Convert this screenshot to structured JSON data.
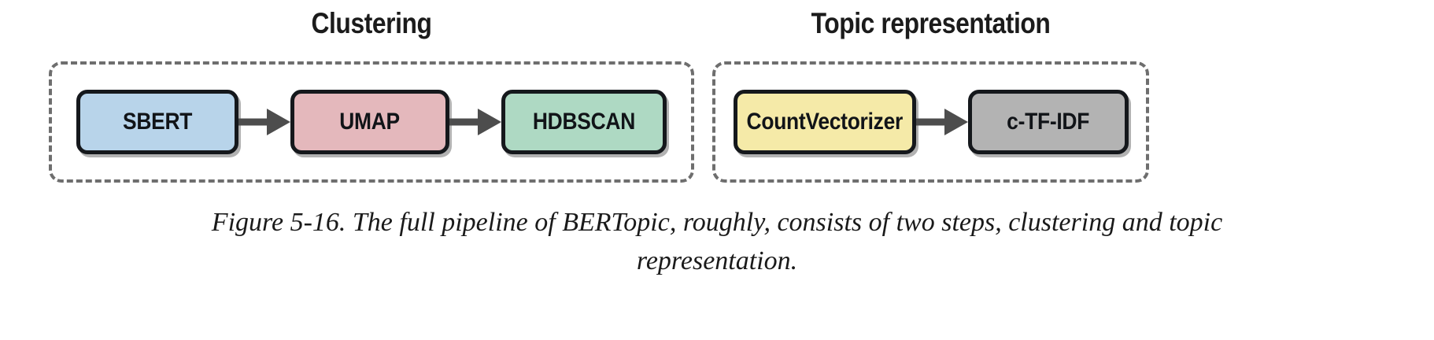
{
  "figure": {
    "caption_line1": "Figure 5-16. The full pipeline of BERTopic, roughly, consists of two steps, clustering and topic",
    "caption_line2": "representation."
  },
  "diagram": {
    "type": "flow-pipeline",
    "groups": [
      {
        "id": "clustering",
        "title": "Clustering",
        "nodes": [
          {
            "label": "SBERT",
            "color": "#b8d4ea"
          },
          {
            "label": "UMAP",
            "color": "#e4b8bc"
          },
          {
            "label": "HDBSCAN",
            "color": "#aed9c3"
          }
        ],
        "connectors": [
          "arrow-right",
          "arrow-right"
        ]
      },
      {
        "id": "topic-representation",
        "title": "Topic representation",
        "nodes": [
          {
            "label": "CountVectorizer",
            "color": "#f5eaa8"
          },
          {
            "label": "c-TF-IDF",
            "color": "#b3b3b3"
          }
        ],
        "connectors": [
          "arrow-right"
        ]
      }
    ],
    "styles": {
      "panel_border_color": "#6e6e6e",
      "node_border_color": "#15181c",
      "arrow_color": "#4d4d4d",
      "background": "#ffffff"
    }
  }
}
